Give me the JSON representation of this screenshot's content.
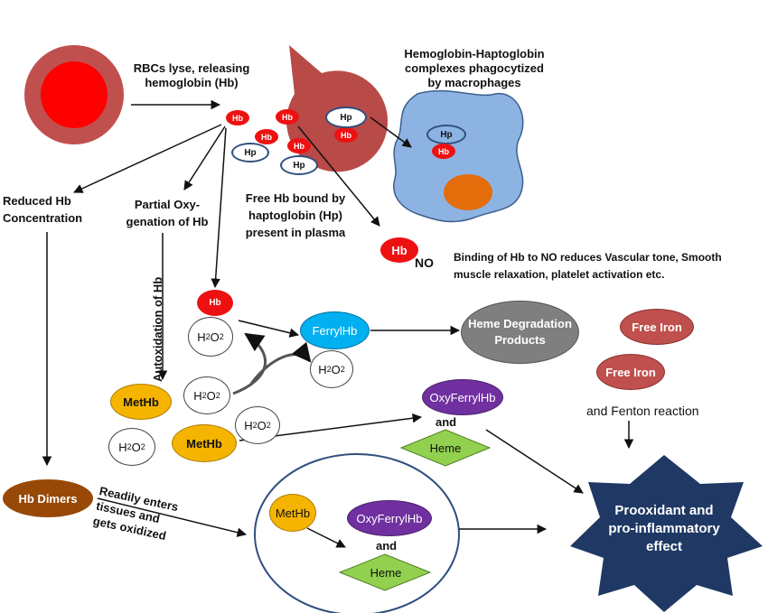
{
  "labels": {
    "rbc_lyse": "RBCs lyse, releasing\nhemoglobin (Hb)",
    "complexes": "Hemoglobin-Haptoglobin\ncomplexes phagocytized\nby macrophages",
    "reduced_hb": "Reduced Hb\nConcentration",
    "partial_oxy": "Partial Oxy-\ngenation of Hb",
    "free_hb": "Free Hb bound  by\nhaptoglobin (Hp)\npresent in plasma",
    "binding_no": "Binding of Hb to NO reduces Vascular tone, Smooth\nmuscle relaxation,  platelet activation etc.",
    "autoxidation": "Autoxidation of Hb",
    "and_fenton": "and Fenton reaction",
    "and1": "and",
    "and2": "and",
    "readily": "Readily enters\ntissues and\ngets oxidized"
  },
  "nodes": {
    "hb": "Hb",
    "hp": "Hp",
    "no": "NO",
    "h2o2_prefix": "H",
    "h2o2_sub1": "2",
    "h2o2_mid": "O",
    "h2o2_sub2": "2",
    "ferryl_hb": "FerrylHb",
    "heme_degradation": "Heme Degradation\nProducts",
    "free_iron": "Free Iron",
    "methb": "MetHb",
    "oxyferryl_hb": "OxyFerrylHb",
    "heme": "Heme",
    "hb_dimers": "Hb Dimers",
    "prooxidant": "Prooxidant and\npro-inflammatory\neffect"
  },
  "colors": {
    "rbc_outer": "#c0504d",
    "rbc_inner": "#ff0000",
    "lysed": "#b84a48",
    "hb_red": "#ee1111",
    "hp_border": "#2f4f7f",
    "macrophage": "#8db3e2",
    "nucleus": "#e46c0a",
    "ferryl": "#00b0f0",
    "heme_deg": "#7f7f7f",
    "free_iron": "#c0504d",
    "methb": "#f4b400",
    "oxyferryl": "#7030a0",
    "heme": "#92d050",
    "hb_dimers": "#984807",
    "star": "#1f3864"
  }
}
